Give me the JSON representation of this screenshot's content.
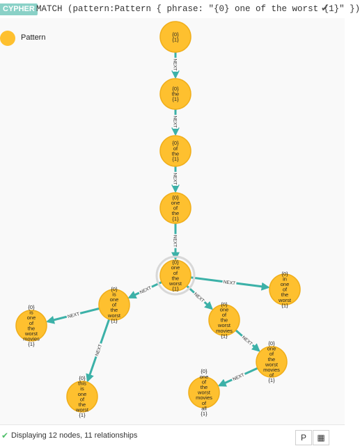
{
  "header": {
    "badge": "CYPHER",
    "query": "MATCH (pattern:Pattern { phrase: \"{0} one of the worst {1}\" })"
  },
  "legend": {
    "label": "Pattern",
    "color": "#fec02f"
  },
  "status": {
    "text": "Displaying 12 nodes, 11 relationships"
  },
  "view_buttons": {
    "graph_icon": "P",
    "table_icon": "▦"
  },
  "colors": {
    "node": "#fec02f",
    "edge": "#3cb1a8",
    "badge": "#8ad1c7"
  },
  "graph": {
    "nodes": [
      {
        "id": "n1",
        "lines": [
          "{0}",
          "{1}"
        ]
      },
      {
        "id": "n2",
        "lines": [
          "{0}",
          "the",
          "{1}"
        ]
      },
      {
        "id": "n3",
        "lines": [
          "{0}",
          "of",
          "the",
          "{1}"
        ]
      },
      {
        "id": "n4",
        "lines": [
          "{0}",
          "one",
          "of",
          "the",
          "{1}"
        ]
      },
      {
        "id": "n5",
        "lines": [
          "{0}",
          "one",
          "of",
          "the",
          "worst",
          "{1}"
        ]
      },
      {
        "id": "n6",
        "lines": [
          "{0}",
          "in",
          "one",
          "of",
          "the",
          "worst",
          "{1}"
        ]
      },
      {
        "id": "n7",
        "lines": [
          "{0}",
          "is",
          "one",
          "of",
          "the",
          "worst",
          "{1}"
        ]
      },
      {
        "id": "n8",
        "lines": [
          "{0}",
          "is",
          "one",
          "of",
          "the",
          "worst",
          "movies",
          "{1}"
        ]
      },
      {
        "id": "n9",
        "lines": [
          "{0}",
          "this",
          "is",
          "one",
          "of",
          "the",
          "worst",
          "{1}"
        ]
      },
      {
        "id": "n10",
        "lines": [
          "{0}",
          "one",
          "of",
          "the",
          "worst",
          "movies",
          "{1}"
        ]
      },
      {
        "id": "n11",
        "lines": [
          "{0}",
          "one",
          "of",
          "the",
          "worst",
          "movies",
          "of",
          "{1}"
        ]
      },
      {
        "id": "n12",
        "lines": [
          "{0}",
          "one",
          "of",
          "the",
          "worst",
          "movies",
          "of",
          "all",
          "{1}"
        ]
      }
    ],
    "relationships": [
      {
        "from": "n1",
        "to": "n2",
        "label": "NEXT"
      },
      {
        "from": "n2",
        "to": "n3",
        "label": "NEXT"
      },
      {
        "from": "n3",
        "to": "n4",
        "label": "NEXT"
      },
      {
        "from": "n4",
        "to": "n5",
        "label": "NEXT"
      },
      {
        "from": "n5",
        "to": "n6",
        "label": "NEXT"
      },
      {
        "from": "n5",
        "to": "n7",
        "label": "NEXT"
      },
      {
        "from": "n5",
        "to": "n10",
        "label": "NEXT"
      },
      {
        "from": "n7",
        "to": "n8",
        "label": "NEXT"
      },
      {
        "from": "n7",
        "to": "n9",
        "label": "NEXT"
      },
      {
        "from": "n10",
        "to": "n11",
        "label": "NEXT"
      },
      {
        "from": "n11",
        "to": "n12",
        "label": "NEXT"
      }
    ]
  }
}
